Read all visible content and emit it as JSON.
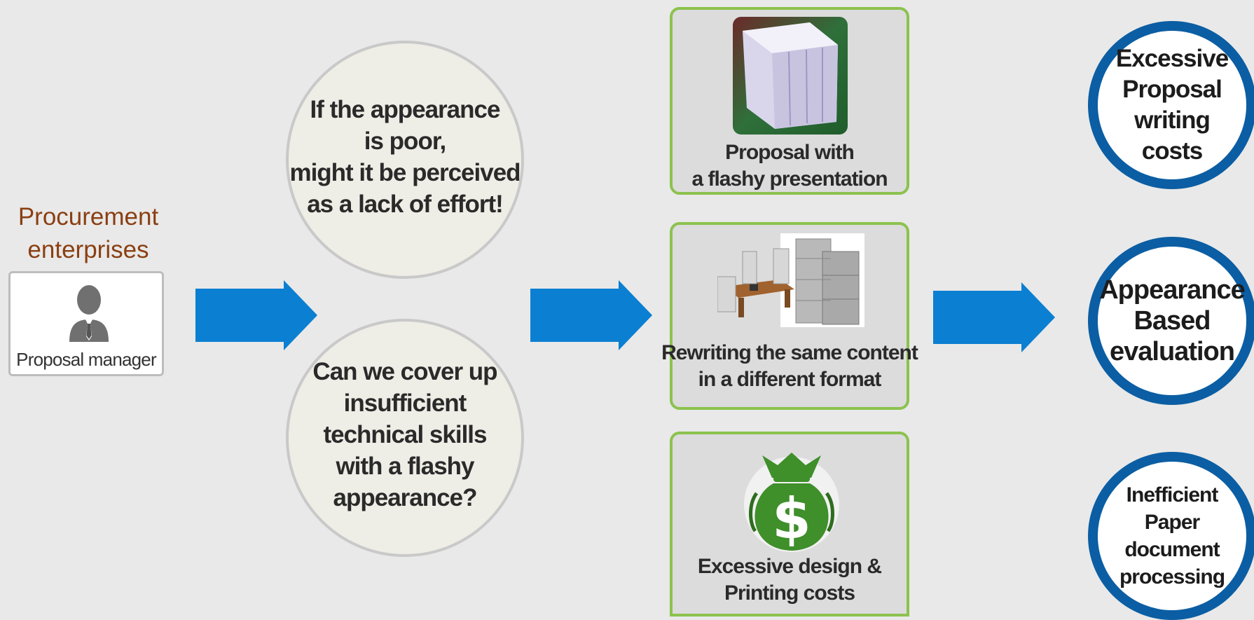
{
  "left": {
    "title": "Procurement\nenterprises",
    "manager_label": "Proposal manager",
    "icon": "person-icon"
  },
  "questions": [
    {
      "text": "If the appearance\nis  poor,\nmight it be perceived\nas a lack of effort!"
    },
    {
      "text": "Can we cover up\ninsufficient\ntechnical skills\nwith a flashy\nappearance?"
    }
  ],
  "boxes": [
    {
      "caption": "Proposal with\na flashy presentation",
      "image": "proposal-box-image"
    },
    {
      "caption": "Rewriting the same content\nin a different format",
      "image": "paper-stacks-image"
    },
    {
      "caption": "Excessive design &\nPrinting costs",
      "image": "money-bag-icon"
    }
  ],
  "results": [
    {
      "text": "Excessive\nProposal\nwriting\ncosts"
    },
    {
      "text": "Appearance\nBased\nevaluation"
    },
    {
      "text": "Inefficient\nPaper\ndocument\nprocessing"
    }
  ],
  "colors": {
    "arrow": "#0b7fd1",
    "result_ring": "#0b5ea3",
    "box_border": "#8cc24e",
    "title": "#8a3f12",
    "money_bag": "#3f8f2a"
  }
}
